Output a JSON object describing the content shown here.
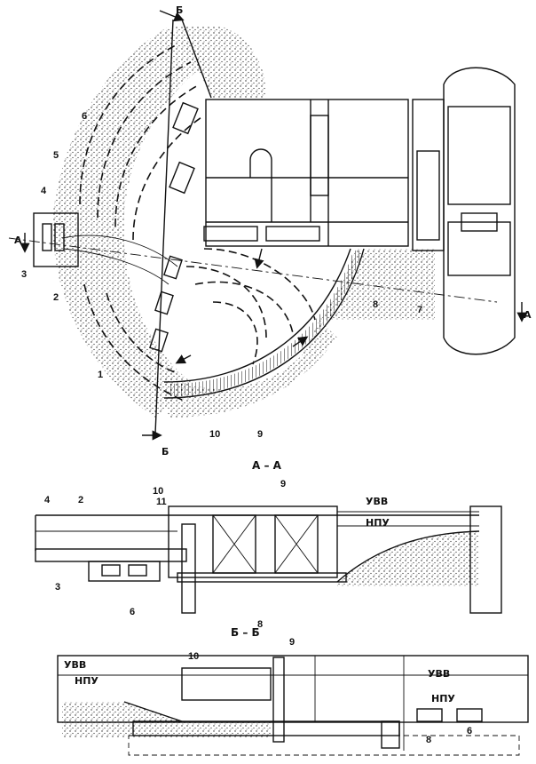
{
  "plan": {
    "labels": {
      "n1": "1",
      "n2": "2",
      "n3": "3",
      "n4": "4",
      "n5": "5",
      "n6": "6",
      "n7": "7",
      "n8": "8",
      "n9": "9",
      "n10": "10"
    },
    "section_marks": {
      "b_top": "Б",
      "b_bottom": "Б",
      "a_left": "А",
      "a_right": "А"
    }
  },
  "section_aa": {
    "title": "А – А",
    "labels": {
      "n2": "2",
      "n3": "3",
      "n4": "4",
      "n6": "6",
      "n8": "8",
      "n9": "9",
      "n10": "10",
      "n11": "11",
      "uvv": "УВВ",
      "npu": "НПУ"
    }
  },
  "section_bb": {
    "title": "Б – Б",
    "labels": {
      "n6": "6",
      "n8": "8",
      "n9": "9",
      "n10": "10",
      "uvv_left": "УВВ",
      "npu_left": "НПУ",
      "uvv_right": "УВВ",
      "npu_right": "НПУ"
    }
  },
  "colors": {
    "ink": "#111111",
    "paper": "#ffffff"
  }
}
